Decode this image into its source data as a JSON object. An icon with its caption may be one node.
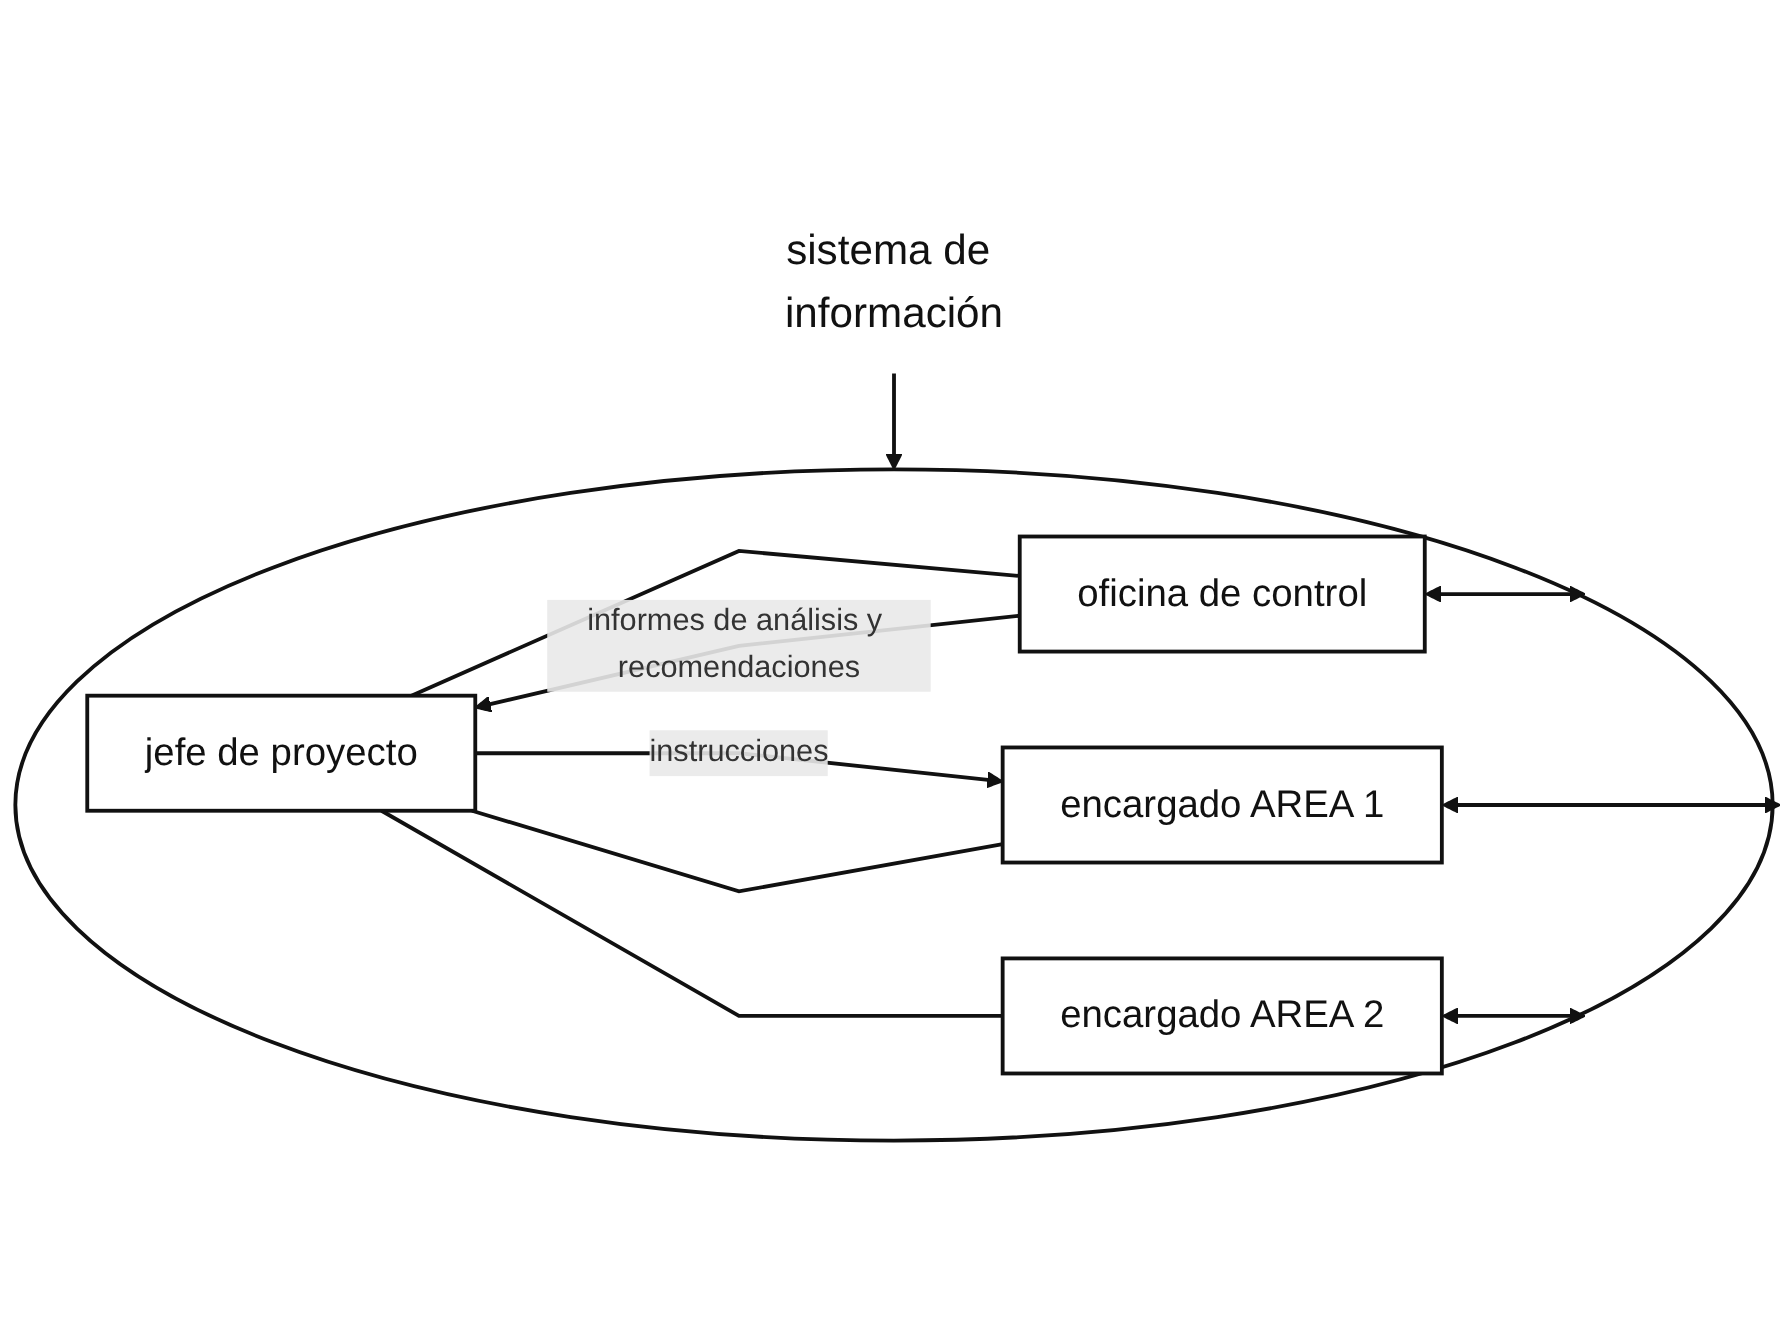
{
  "diagram": {
    "nodes": [
      {
        "text": [
          "sistema de información"
        ]
      },
      {
        "text": [],
        "shape": "ellipse"
      },
      {
        "text": [
          "jefe de proyecto"
        ],
        "in": 1
      },
      {
        "text": [
          "oficina de control"
        ],
        "in": 1
      },
      {
        "text": [
          "encargado AREA 1"
        ],
        "in": 1
      },
      {
        "text": [
          "encargado AREA 2"
        ],
        "in": 1
      }
    ],
    "edges": [
      {
        "from": 0,
        "to": 1,
        "arrow": "to"
      },
      {
        "from": 2,
        "to": 4,
        "label": "instrucciones",
        "arrow": "to"
      },
      {
        "from": 3,
        "to": 2,
        "label": "informes de análisis y recomendaciones",
        "arrow": "to"
      },
      {
        "from": 2,
        "to": 3,
        "arrow": "none"
      },
      {
        "from": 2,
        "to": 4,
        "arrow": "none"
      },
      {
        "from": 2,
        "to": 5,
        "arrow": "none"
      },
      {
        "from": 3,
        "to": 1,
        "arrow": "both"
      },
      {
        "from": 4,
        "to": 1,
        "arrow": "both"
      },
      {
        "from": 5,
        "to": 1,
        "arrow": "both"
      }
    ]
  }
}
